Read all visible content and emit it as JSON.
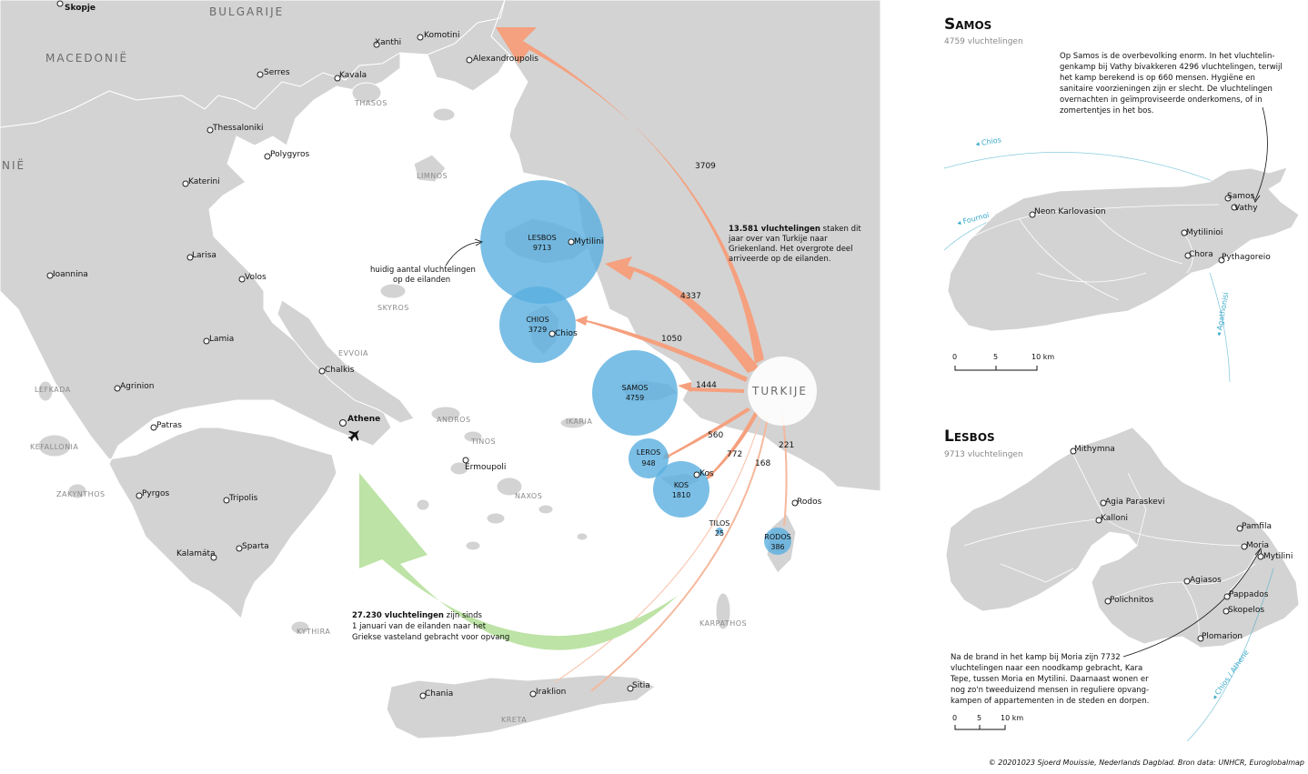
{
  "regions": {
    "bulgarije": "BULGARIJE",
    "macedonie": "MACEDONIË",
    "macedonie_partial": "NIË",
    "turkije": "TURKIJE"
  },
  "cities": {
    "skopje": "Skopje",
    "xanthi": "Xanthi",
    "komotini": "Komotini",
    "alexandroupolis": "Alexandroupolis",
    "serres": "Serres",
    "kavala": "Kavala",
    "thessaloniki": "Thessaloniki",
    "polygyros": "Polygyros",
    "katerini": "Katerini",
    "larisa": "Larisa",
    "ioannina": "Ioannina",
    "volos": "Volos",
    "lamia": "Lamia",
    "chalkis": "Chalkis",
    "agrinion": "Agrinion",
    "athene": "Athene",
    "patras": "Patras",
    "pyrgos": "Pyrgos",
    "tripolis": "Tripolis",
    "kalamata": "Kalamáta",
    "sparta": "Sparta",
    "ermoupoli": "Ermoupoli",
    "mytilini": "Mytilini",
    "chios": "Chios",
    "kos": "Kos",
    "rodos": "Rodos",
    "chania": "Chania",
    "iraklion": "Iraklion",
    "sitia": "Sitia"
  },
  "islands": {
    "thasos": "THASOS",
    "limnos": "LIMNOS",
    "skyros": "SKYROS",
    "evvoia": "EVVOIA",
    "lefkada": "LEFKADA",
    "kefallonia": "KEFALLONIA",
    "zakynthos": "ZAKYNTHOS",
    "andros": "ANDROS",
    "tinos": "TINOS",
    "naxos": "NAXOS",
    "ikaria": "IKARIA",
    "kythira": "KYTHIRA",
    "karpathos": "KARPATHOS",
    "kreta": "KRETA"
  },
  "bubbles": {
    "lesbos": {
      "name": "LESBOS",
      "value": "9713"
    },
    "chios": {
      "name": "CHIOS",
      "value": "3729"
    },
    "samos": {
      "name": "SAMOS",
      "value": "4759"
    },
    "leros": {
      "name": "LEROS",
      "value": "948"
    },
    "kos": {
      "name": "KOS",
      "value": "1810"
    },
    "tilos": {
      "name": "TILOS",
      "value": "25"
    },
    "rodos": {
      "name": "RODOS",
      "value": "386"
    }
  },
  "flows": {
    "evros": "3709",
    "lesbos": "4337",
    "chios": "1050",
    "samos": "1444",
    "leros": "560",
    "kos": "772",
    "crete": "168",
    "rodos": "221"
  },
  "annotations": {
    "bubble_note": [
      "huidig aantal vluchtelingen",
      "op de eilanden"
    ],
    "crossing_bold": "13.581 vluchtelingen",
    "crossing_rest": " staken dit",
    "crossing_lines": [
      "jaar over van Turkije naar",
      "Griekenland. Het overgrote deel",
      "arriveerde op de eilanden."
    ],
    "mainland_bold": "27.230 vluchtelingen",
    "mainland_rest": " zijn sinds",
    "mainland_lines": [
      "1 januari van de eilanden naar het",
      "Griekse vasteland gebracht voor opvang"
    ]
  },
  "samos_inset": {
    "title": "Samos",
    "subtitle": "4759 vluchtelingen",
    "note": [
      "Op Samos is de overbevolking enorm. In het vluchtelin-",
      "genkamp bij Vathy bivakkeren 4296 vluchtelingen, terwijl",
      "het kamp berekend is op 660 mensen. Hygiëne en",
      "sanitaire voorzieningen zijn er slecht. De vluchtelingen",
      "overnachten in geïmproviseerde onderkomens, of in",
      "zomertentjes in het bos."
    ],
    "places": {
      "samos": "Samos",
      "vathy": "Vathy",
      "neon_karlovasion": "Neon Karlovasion",
      "mytilinioi": "Mytilinioi",
      "chora": "Chora",
      "pythagoreio": "Pythagoreio"
    },
    "routes": {
      "chios": "Chios",
      "fournoi": "Fournoi",
      "agathonisi": "Agathonisi"
    },
    "scale": [
      "0",
      "5",
      "10 km"
    ]
  },
  "lesbos_inset": {
    "title": "Lesbos",
    "subtitle": "9713 vluchtelingen",
    "note": [
      "Na de brand in het kamp bij Moria zijn 7732",
      "vluchtelingen naar een noodkamp gebracht, Kara",
      "Tepe, tussen Moria en Mytilini. Daarnaast wonen er",
      "nog zo'n tweeduizend mensen in reguliere opvang-",
      "kampen of appartementen in de steden en dorpen."
    ],
    "places": {
      "mithymna": "Mithymna",
      "agia_paraskevi": "Agia Paraskevi",
      "kalloni": "Kalloni",
      "pamfila": "Pamfila",
      "moria": "Moria",
      "mytilini": "Mytilini",
      "agiasos": "Agiasos",
      "polichnitos": "Polichnitos",
      "pappados": "Pappados",
      "skopelos": "Skopelos",
      "plomarion": "Plomarion"
    },
    "routes": {
      "chios_athene": "Chios / Athene"
    },
    "scale": [
      "0",
      "5",
      "10 km"
    ]
  },
  "footer": "© 20201023 Sjoerd Mouissie, Nederlands Dagblad. Bron data: UNHCR, Euroglobalmap",
  "colors": {
    "land": "#d3d3d3",
    "bubble": "#5aafe0",
    "flow": "#f5a07e",
    "return_flow": "#bde3a6",
    "sea_route": "#3aa9c9"
  }
}
